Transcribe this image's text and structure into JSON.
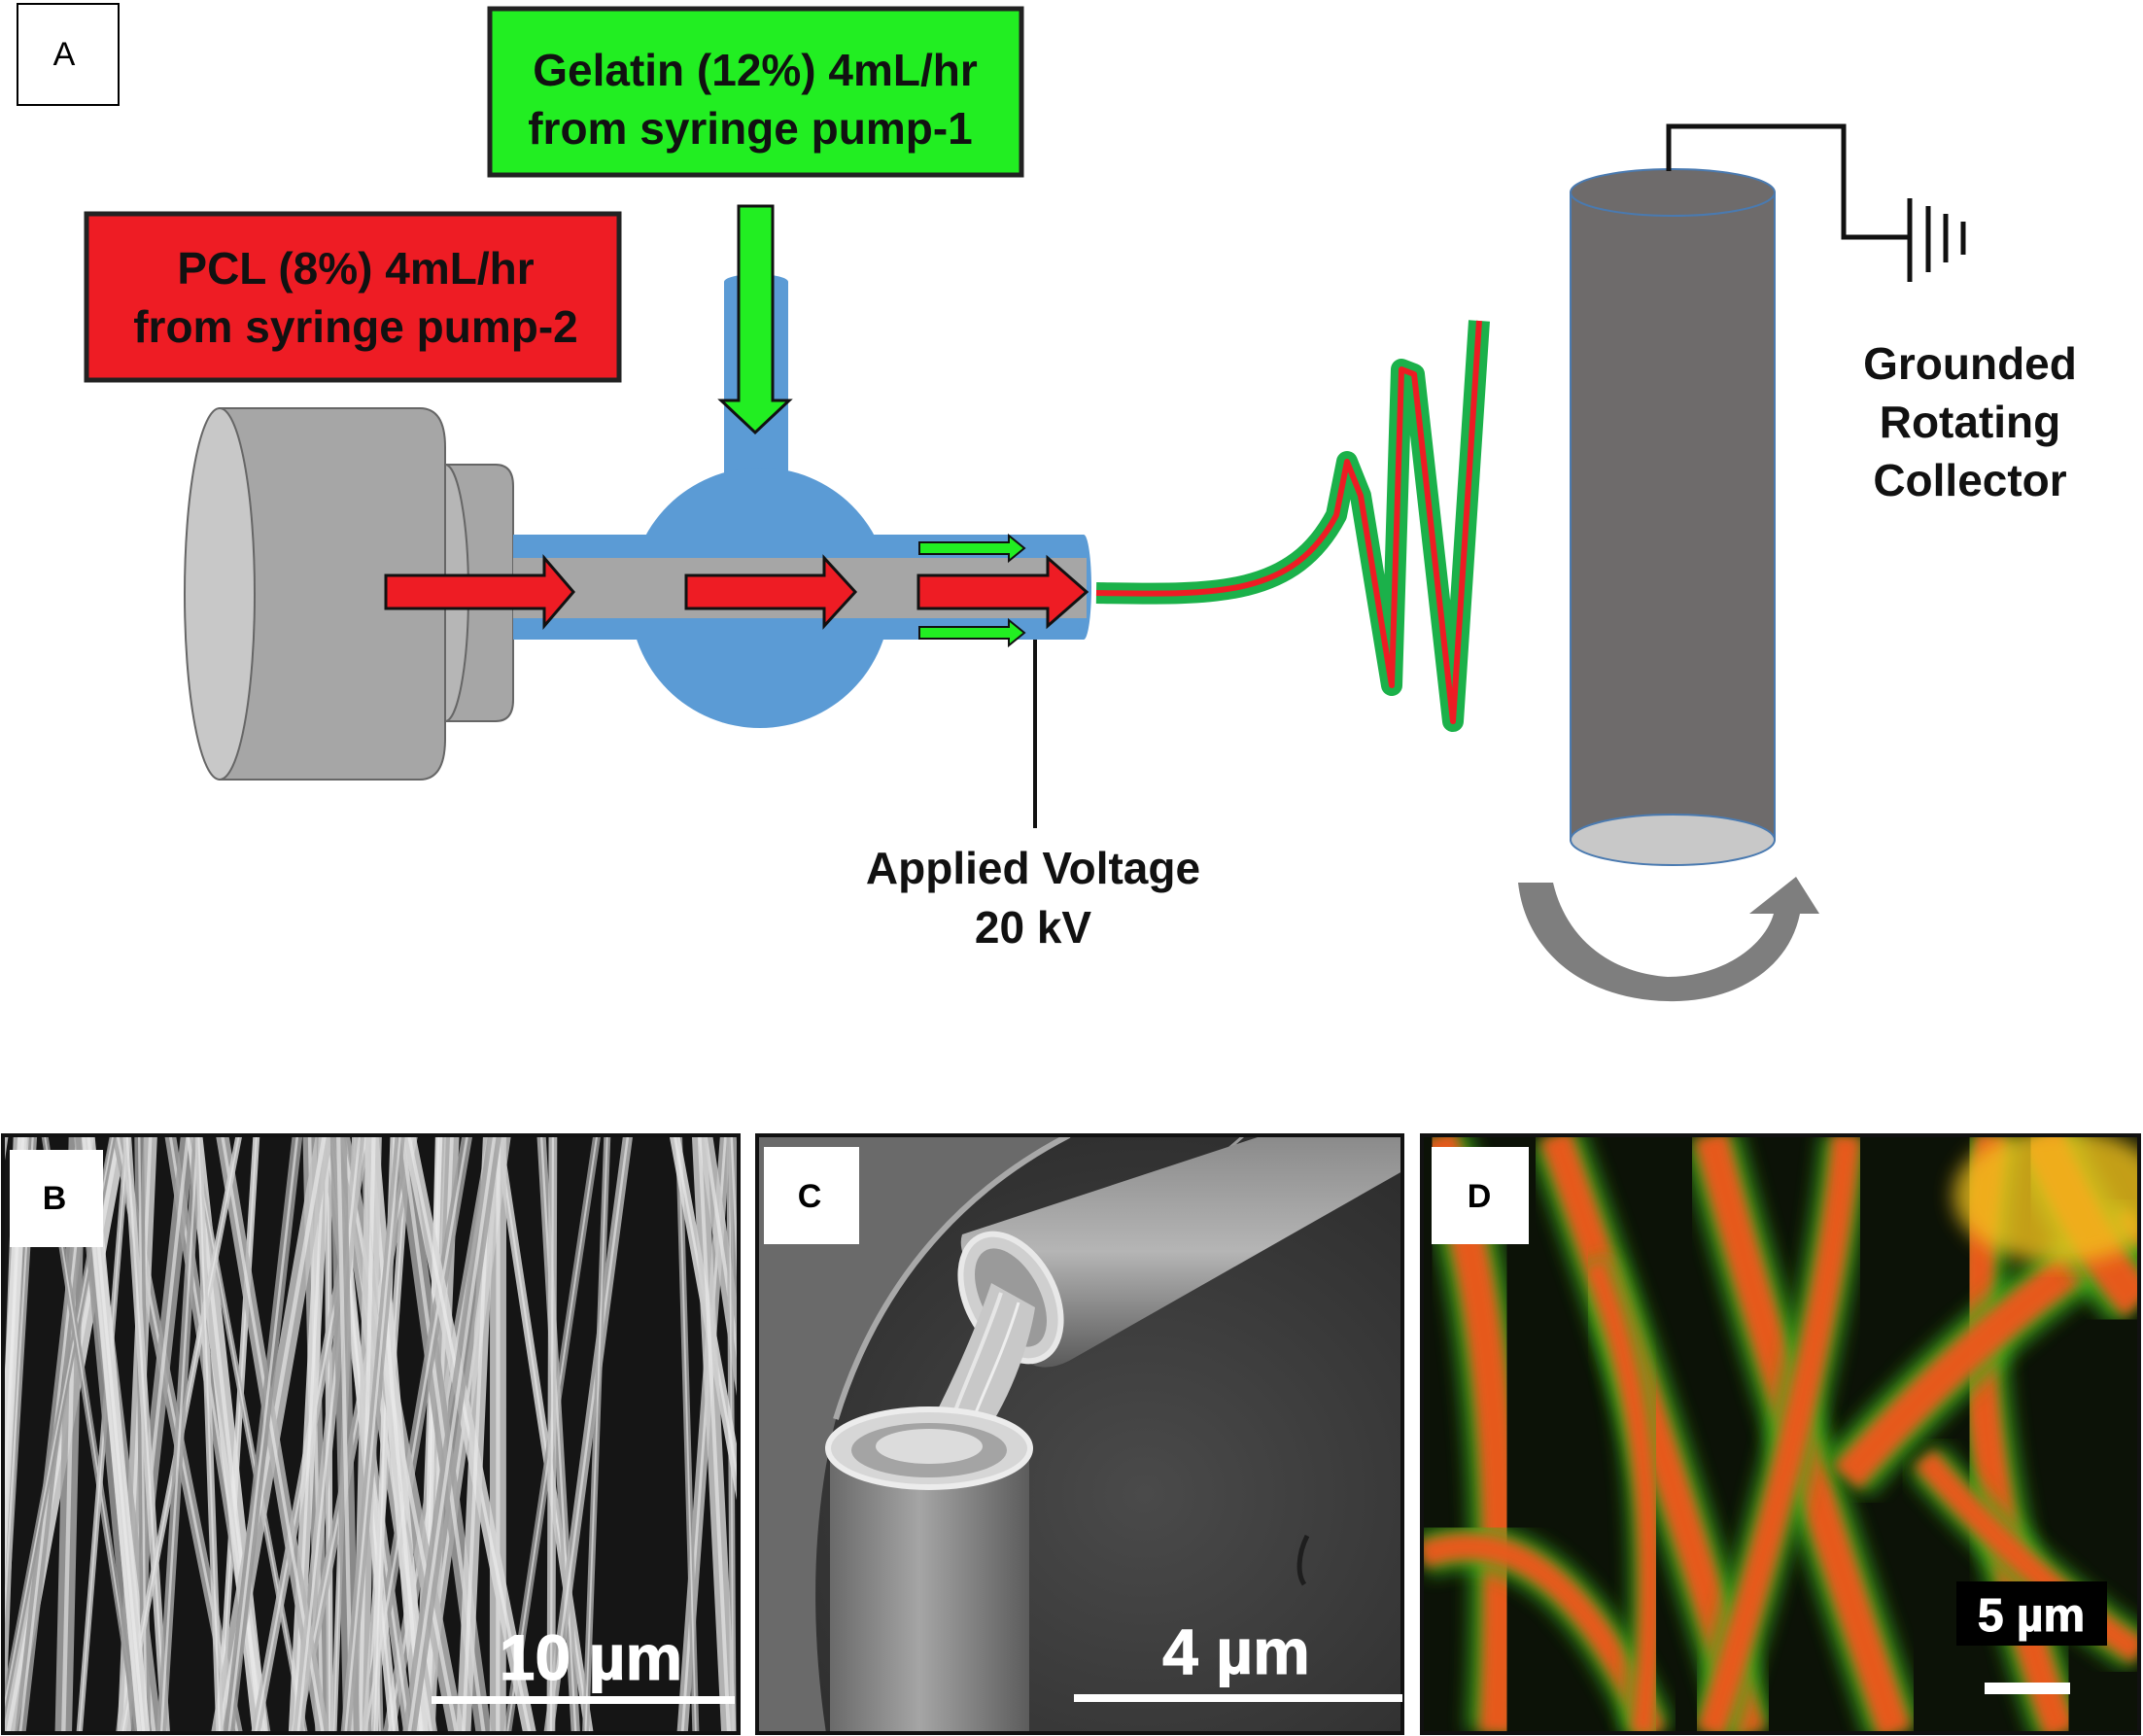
{
  "panel_a": {
    "label": "A",
    "gelatin_box": {
      "line1": "Gelatin (12%) 4mL/hr",
      "line2": "from syringe pump-1",
      "color": "#22ee22"
    },
    "pcl_box": {
      "line1": "PCL (8%) 4mL/hr",
      "line2": "from syringe pump-2",
      "color": "#ee1c24"
    },
    "voltage": {
      "line1": "Applied Voltage",
      "line2": "20 kV"
    },
    "collector": {
      "line1": "Grounded",
      "line2": "Rotating",
      "line3": "Collector"
    },
    "colors": {
      "pump": "#a6a6a6",
      "needle_body": "#5b9bd5",
      "core": "#a6a6a6",
      "collector": "#6e6b6b",
      "jet_shell": "#1bb14a",
      "jet_core": "#ee1c24"
    }
  },
  "panel_b": {
    "label": "B",
    "scale_bar": "10 µm"
  },
  "panel_c": {
    "label": "C",
    "scale_bar": "4 µm"
  },
  "panel_d": {
    "label": "D",
    "scale_bar": "5 µm"
  }
}
